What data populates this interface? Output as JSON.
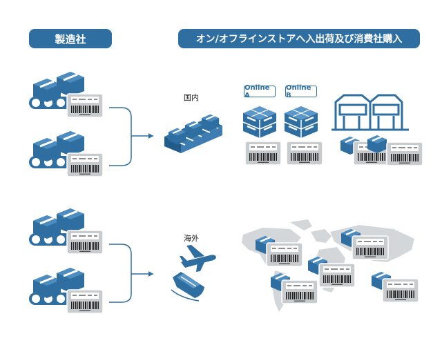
{
  "header": {
    "manufacturer_label": "製造社",
    "distribution_label": "オン/オフラインストアへ入出荷及び消費社購入"
  },
  "routes": {
    "domestic_label": "国内",
    "overseas_label": "海外"
  },
  "stores": {
    "online_a_label": "Online A",
    "online_b_label": "Online B"
  },
  "colors": {
    "primary": "#2f6ea1",
    "map_gray": "#d4d7da",
    "label_gray": "#c9ccce"
  }
}
